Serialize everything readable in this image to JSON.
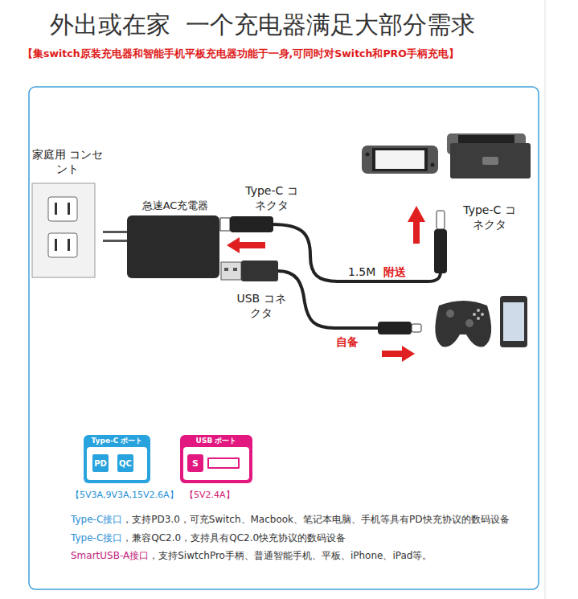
{
  "diagram": {
    "title": "外出或在家  一个充电器满足大部分需求",
    "nodes": [
      {
        "text": [
          "家庭用 コンセント"
        ]
      },
      {
        "text": [
          "急速AC充電器"
        ]
      },
      {
        "text": [
          "Type-C ポート"
        ]
      },
      {
        "text": [
          "PD"
        ],
        "in": 2
      },
      {
        "text": [
          "QC"
        ],
        "in": 2
      },
      {
        "text": [
          "USB ポート"
        ]
      },
      {
        "text": [
          "S"
        ],
        "in": 5
      }
    ],
    "labels": [
      "【集switch原装充电器和智能手机平板充电器功能于一身,可同时对Switch和PRO手柄充电】",
      "Type-C コネクタ",
      "USB コネクタ",
      "1.5M",
      "附送",
      "Type-C コネクタ",
      "自备",
      "【5V3A,9V3A,15V2.6A】",
      "【5V2.4A】",
      "Type-C接口",
      "，支持PD3.0，可充Switch、Macbook、笔记本电脑、手机等具有PD快充协议的数码设备",
      "Type-C接口",
      "，兼容QC2.0，支持具有QC2.0快充协议的数码设备",
      "SmartUSB-A接口",
      "，支持SiwtchPro手柄、普通智能手机、平板、iPhone、iPad等。"
    ]
  }
}
